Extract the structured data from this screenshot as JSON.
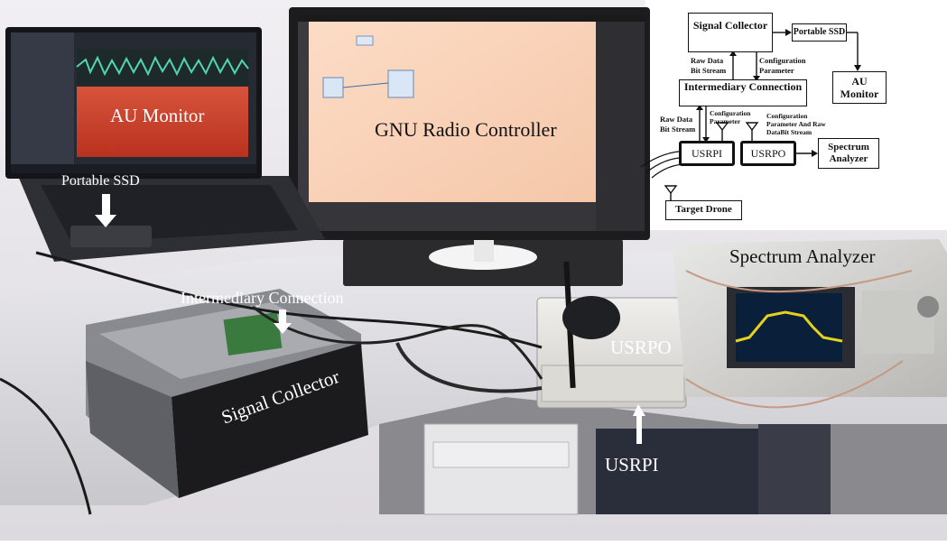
{
  "photo_labels": {
    "au_monitor": "AU Monitor",
    "gnu_radio_controller": "GNU Radio Controller",
    "portable_ssd": "Portable SSD",
    "intermediary_connection": "Intermediary Connection",
    "signal_collector": "Signal Collector",
    "spectrum_analyzer": "Spectrum Analyzer",
    "usrpo": "USRPO",
    "usrpi": "USRPI"
  },
  "diagram": {
    "signal_collector": "Signal Collector",
    "portable_ssd": "Portable SSD",
    "au_monitor": "AU Monitor",
    "intermediary_connection": "Intermediary Connection",
    "usrpi": "USRPI",
    "usrpo": "USRPO",
    "spectrum_analyzer": "Spectrum Analyzer",
    "target_drone": "Target Drone",
    "raw_data_bit_stream_top": "Raw Data Bit Stream",
    "configuration_parameter_top": "Configuration Parameter",
    "raw_data_bit_stream_left": "Raw Data Bit Stream",
    "configuration_parameter_left": "Configuration Parameter",
    "config_and_raw": "Configuration Parameter And Raw DataBit Stream"
  }
}
